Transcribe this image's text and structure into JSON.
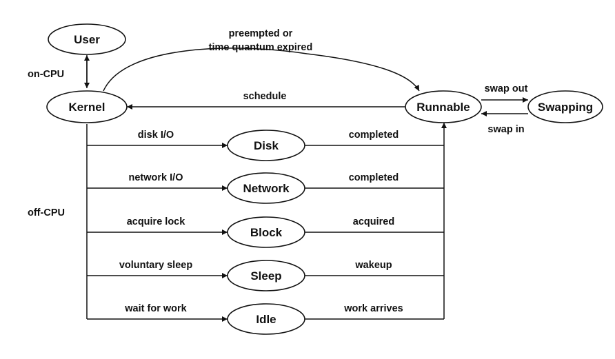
{
  "nodes": {
    "user": "User",
    "kernel": "Kernel",
    "runnable": "Runnable",
    "swapping": "Swapping",
    "disk": "Disk",
    "network": "Network",
    "block": "Block",
    "sleep": "Sleep",
    "idle": "Idle"
  },
  "labels": {
    "on_cpu": "on-CPU",
    "off_cpu": "off-CPU",
    "preempted_line1": "preempted or",
    "preempted_line2": "time quantum expired",
    "schedule": "schedule",
    "swap_out": "swap out",
    "swap_in": "swap in",
    "disk_io": "disk I/O",
    "disk_done": "completed",
    "network_io": "network I/O",
    "network_done": "completed",
    "acquire_lock": "acquire lock",
    "acquired": "acquired",
    "voluntary_sleep": "voluntary sleep",
    "wakeup": "wakeup",
    "wait_for_work": "wait for work",
    "work_arrives": "work arrives"
  }
}
